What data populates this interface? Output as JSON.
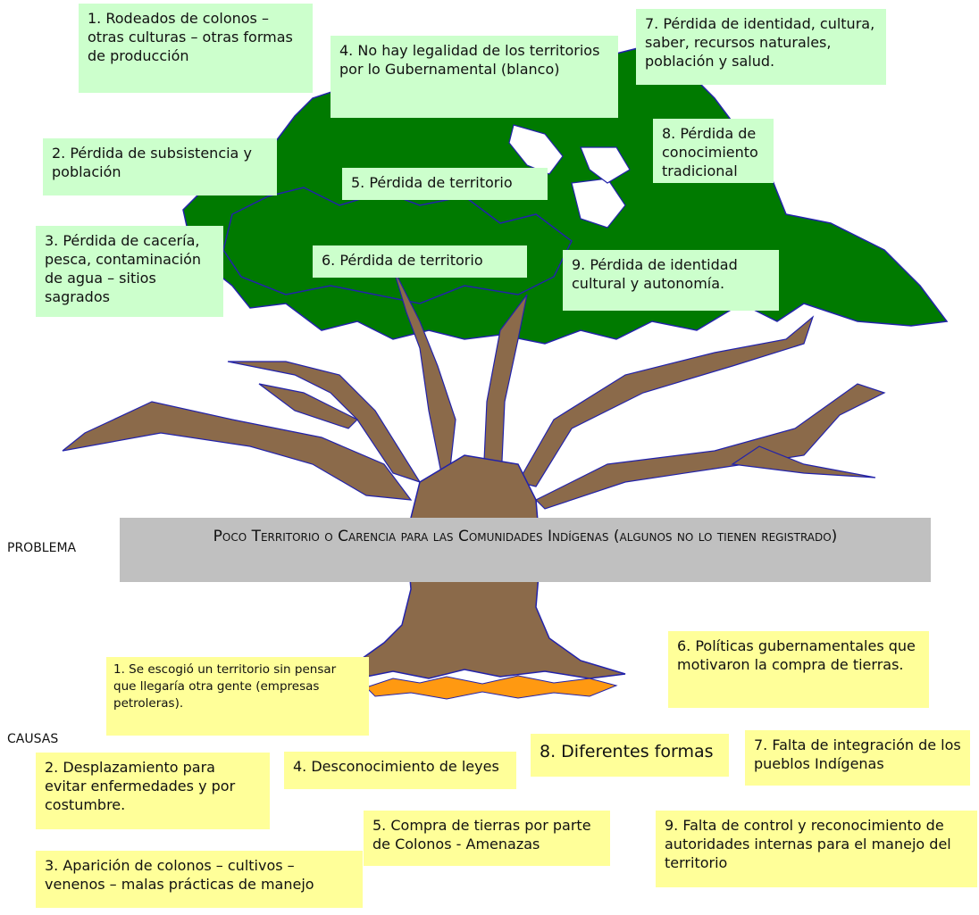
{
  "labels": {
    "problem": "PROBLEMA",
    "causes": "CAUSAS"
  },
  "problem": "Poco Territorio o Carencia para las Comunidades Indígenas (algunos no lo tienen registrado)",
  "effects": [
    "1. Rodeados de colonos – otras culturas – otras formas de producción",
    "2. Pérdida de subsistencia y población",
    "3. Pérdida de cacería, pesca, contaminación de agua – sitios sagrados",
    "4. No hay legalidad de los territorios por lo Gubernamental (blanco)",
    "5. Pérdida de territorio",
    "6. Pérdida de territorio",
    "7. Pérdida de identidad, cultura, saber, recursos naturales, población y salud.",
    "8. Pérdida de conocimiento tradicional",
    "9. Pérdida de identidad cultural y autonomía."
  ],
  "causes": [
    "1. Se escogió un territorio sin pensar que llegaría otra gente (empresas petroleras).",
    "2. Desplazamiento para evitar enfermedades y por costumbre.",
    "3. Aparición de colonos – cultivos – venenos – malas prácticas de manejo",
    "4. Desconocimiento de leyes",
    "5. Compra de tierras por parte de Colonos - Amenazas",
    "6. Políticas gubernamentales que motivaron la compra de tierras.",
    "7. Falta de integración de los pueblos Indígenas",
    "8. Diferentes formas",
    "9. Falta de control y reconocimiento de autoridades internas para el manejo del territorio"
  ],
  "colors": {
    "canopy": "#007a00",
    "trunk": "#8b6a4a",
    "outline": "#2222aa",
    "roots": "#ff9911",
    "effect_box": "#ccffcc",
    "cause_box": "#ffff99",
    "problem_box": "#c0c0c0"
  }
}
